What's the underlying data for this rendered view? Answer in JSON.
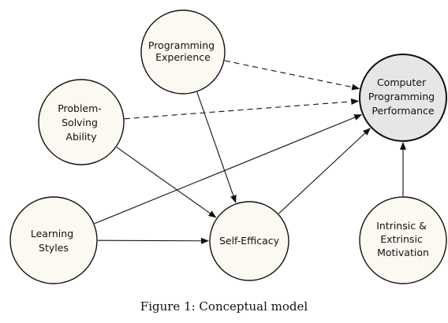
{
  "diagram": {
    "nodes": {
      "programming_experience": {
        "lines": [
          "Programming",
          "Experience"
        ]
      },
      "problem_solving_ability": {
        "lines": [
          "Problem-",
          "Solving",
          "Ability"
        ]
      },
      "learning_styles": {
        "lines": [
          "Learning",
          "Styles"
        ]
      },
      "self_efficacy": {
        "lines": [
          "Self-Efficacy"
        ]
      },
      "computer_programming_performance": {
        "lines": [
          "Computer",
          "Programming",
          "Performance"
        ],
        "fill": "#e6e6e6"
      },
      "intrinsic_extrinsic_motivation": {
        "lines": [
          "Intrinsic &",
          "Extrinsic",
          "Motivation"
        ]
      }
    },
    "edges": [
      {
        "from": "programming_experience",
        "to": "computer_programming_performance",
        "style": "dashed"
      },
      {
        "from": "problem_solving_ability",
        "to": "computer_programming_performance",
        "style": "dashed"
      },
      {
        "from": "programming_experience",
        "to": "self_efficacy",
        "style": "solid"
      },
      {
        "from": "problem_solving_ability",
        "to": "self_efficacy",
        "style": "solid"
      },
      {
        "from": "learning_styles",
        "to": "self_efficacy",
        "style": "solid"
      },
      {
        "from": "learning_styles",
        "to": "computer_programming_performance",
        "style": "solid"
      },
      {
        "from": "self_efficacy",
        "to": "computer_programming_performance",
        "style": "solid"
      },
      {
        "from": "intrinsic_extrinsic_motivation",
        "to": "computer_programming_performance",
        "style": "solid"
      }
    ],
    "node_fill": "#fbf9f1",
    "stroke_color": "#111111"
  },
  "caption": "Figure 1: Conceptual model"
}
